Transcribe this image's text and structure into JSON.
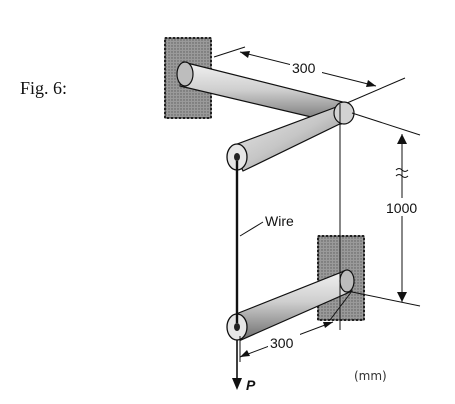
{
  "figure": {
    "caption": "Fig. 6:",
    "labels": {
      "top_dimension": "300",
      "bottom_dimension": "300",
      "height_dimension": "1000",
      "wire": "Wire",
      "load": "P",
      "units": "(mm)"
    }
  }
}
